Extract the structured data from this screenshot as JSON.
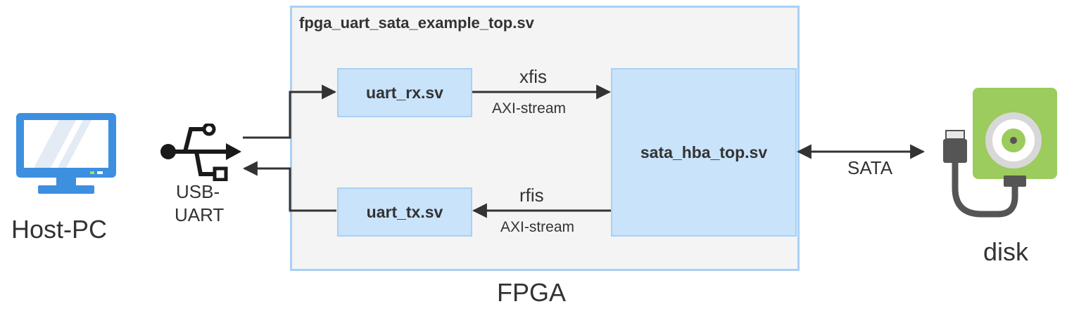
{
  "host": {
    "label": "Host-PC"
  },
  "usb": {
    "label_line1": "USB-",
    "label_line2": "UART"
  },
  "fpga": {
    "top_module": "fpga_uart_sata_example_top.sv",
    "label": "FPGA"
  },
  "modules": {
    "uart_rx": "uart_rx.sv",
    "uart_tx": "uart_tx.sv",
    "sata_hba": "sata_hba_top.sv"
  },
  "links": {
    "xfis": "xfis",
    "rfis": "rfis",
    "axi_top": "AXI-stream",
    "axi_bottom": "AXI-stream",
    "sata": "SATA"
  },
  "disk": {
    "label": "disk"
  },
  "colors": {
    "monitor": "#3d8fe0",
    "disk_body": "#9ccb5e",
    "module_fill": "#c9e3fb",
    "border": "#a9d0f5"
  }
}
